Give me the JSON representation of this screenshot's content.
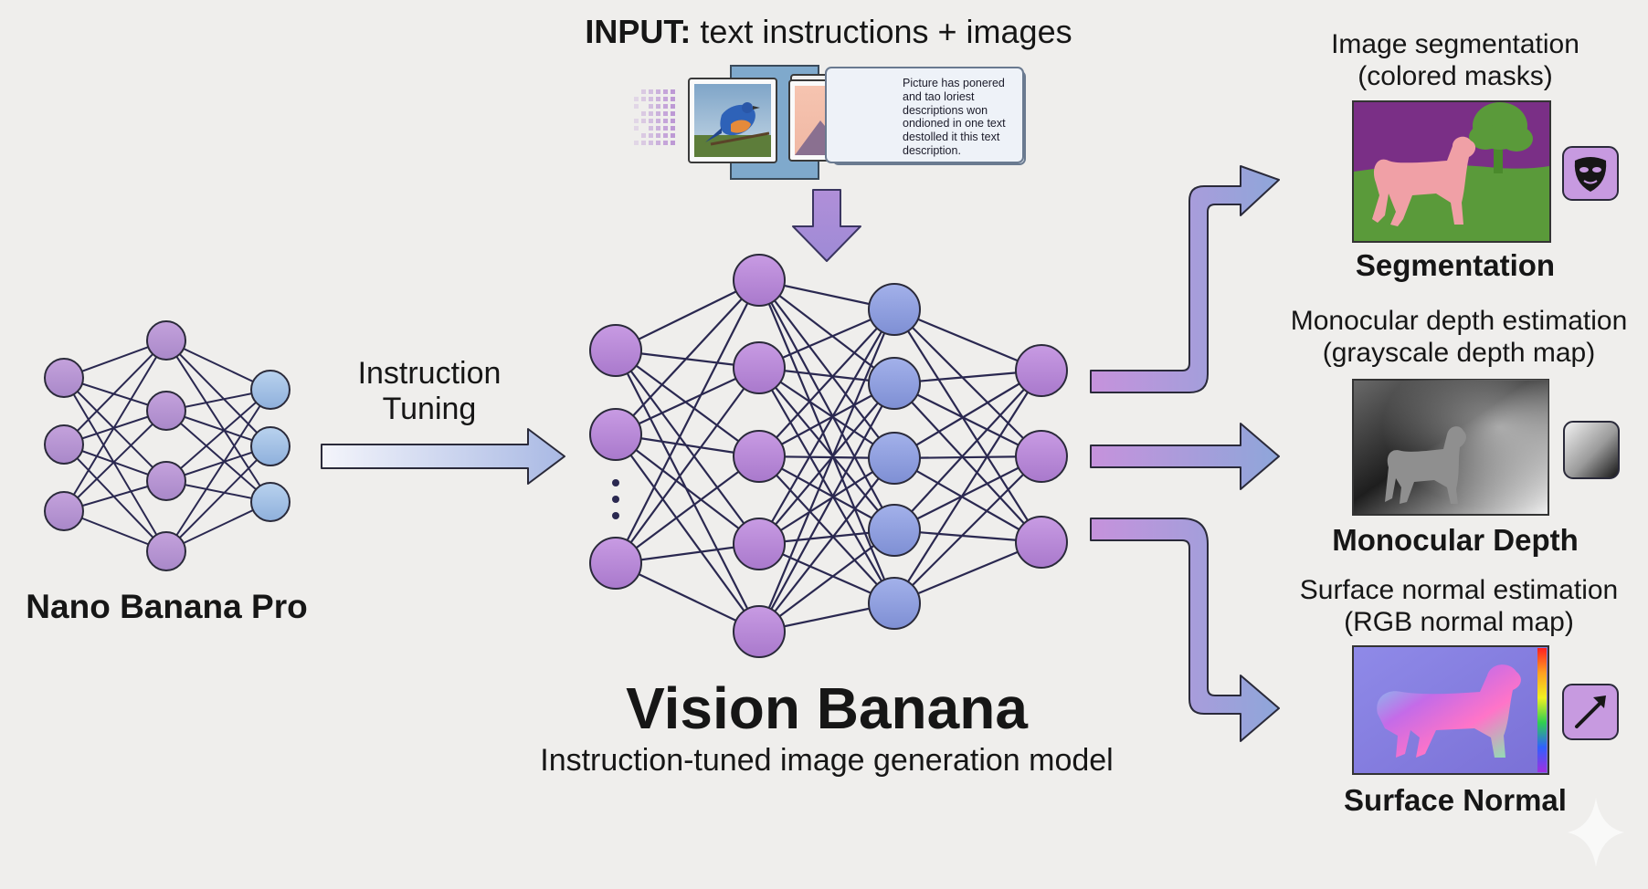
{
  "input": {
    "label_bold": "INPUT:",
    "label_rest": " text instructions + images",
    "text_card_lines": [
      "Picture has ponered",
      "and tao loriest",
      "descriptions won",
      "ondioned in one text",
      "destolled it this text",
      "description."
    ]
  },
  "source_model": {
    "name": "Nano Banana Pro"
  },
  "transition": {
    "label_lines": [
      "Instruction",
      "Tuning"
    ]
  },
  "main_model": {
    "name": "Vision Banana",
    "subtitle": "Instruction-tuned image generation model"
  },
  "outputs": [
    {
      "title_lines": [
        "Image segmentation",
        "(colored masks)"
      ],
      "caption": "Segmentation",
      "icon": "mask-icon"
    },
    {
      "title_lines": [
        "Monocular depth estimation",
        "(grayscale depth map)"
      ],
      "caption": "Monocular Depth",
      "icon": "depth-gradient-icon"
    },
    {
      "title_lines": [
        "Surface normal estimation",
        "(RGB normal map)"
      ],
      "caption": "Surface Normal",
      "icon": "normal-arrow-icon"
    }
  ],
  "colors": {
    "node_purple": "#b987d8",
    "node_blue": "#8f9ee0",
    "node_light_blue": "#9fc0e4",
    "edge": "#2a2850",
    "arrow_blue": "#8ea6da",
    "arrow_purple": "#b489d6"
  }
}
